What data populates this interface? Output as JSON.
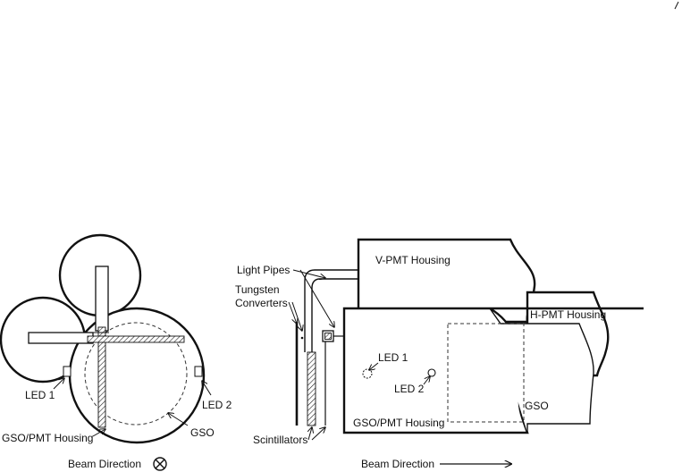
{
  "left_view": {
    "labels": {
      "led1": "LED 1",
      "led2": "LED 2",
      "gso": "GSO",
      "housing": "GSO/PMT Housing"
    },
    "beam_label": "Beam Direction",
    "beam_symbol_icon": "circled-x-icon"
  },
  "right_view": {
    "labels": {
      "light_pipes": "Light Pipes",
      "tungsten": "Tungsten",
      "converters": "Converters",
      "v_pmt": "V-PMT Housing",
      "h_pmt": "H-PMT Housing",
      "led1": "LED 1",
      "led2": "LED 2",
      "gso": "GSO",
      "housing": "GSO/PMT Housing",
      "scintillators": "Scintillators"
    },
    "beam_label": "Beam Direction",
    "beam_arrow_icon": "right-arrow-icon"
  },
  "colors": {
    "line": "#111111",
    "background": "#ffffff"
  }
}
